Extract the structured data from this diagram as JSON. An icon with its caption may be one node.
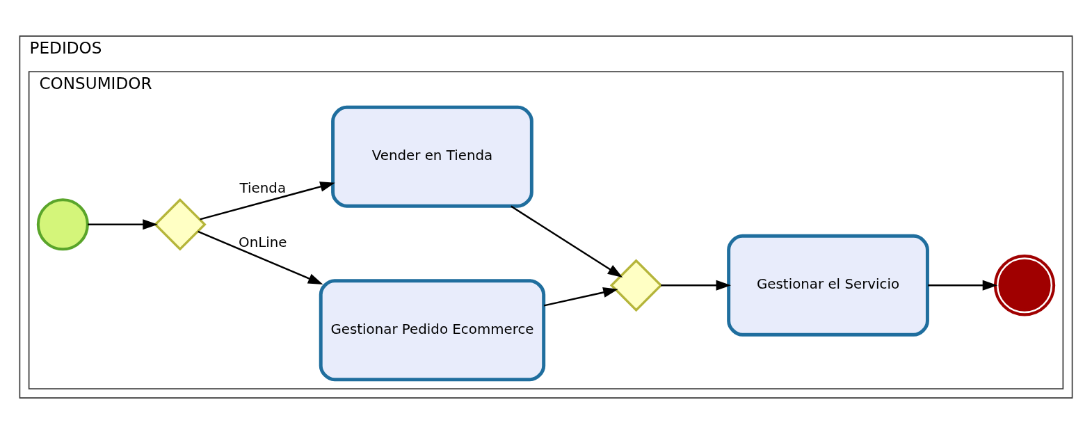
{
  "diagram": {
    "nodes": [
      {
        "text": [
          "PEDIDOS"
        ]
      },
      {
        "text": [
          "CONSUMIDOR"
        ],
        "in": 0
      },
      {
        "text": [],
        "shape": "circle",
        "in": 1
      },
      {
        "text": [],
        "shape": "diamond",
        "in": 1
      },
      {
        "text": [
          "Gestionar Pedido Ecommerce"
        ],
        "in": 1
      },
      {
        "text": [
          "Vender en Tienda"
        ],
        "in": 1
      },
      {
        "text": [],
        "shape": "diamond",
        "in": 1
      },
      {
        "text": [
          "Gestionar el Servicio"
        ],
        "in": 1
      },
      {
        "text": [],
        "shape": "circle",
        "in": 1
      }
    ],
    "edges": [
      {
        "from": 2,
        "to": 3,
        "arrow": "to"
      },
      {
        "from": 3,
        "to": 4,
        "arrow": "to",
        "label": "OnLine"
      },
      {
        "from": 3,
        "to": 5,
        "arrow": "to",
        "label": "Tienda"
      },
      {
        "from": 4,
        "to": 6,
        "arrow": "to"
      },
      {
        "from": 5,
        "to": 6,
        "arrow": "to"
      },
      {
        "from": 6,
        "to": 7,
        "arrow": "to"
      },
      {
        "from": 7,
        "to": 8,
        "arrow": "to"
      }
    ]
  }
}
